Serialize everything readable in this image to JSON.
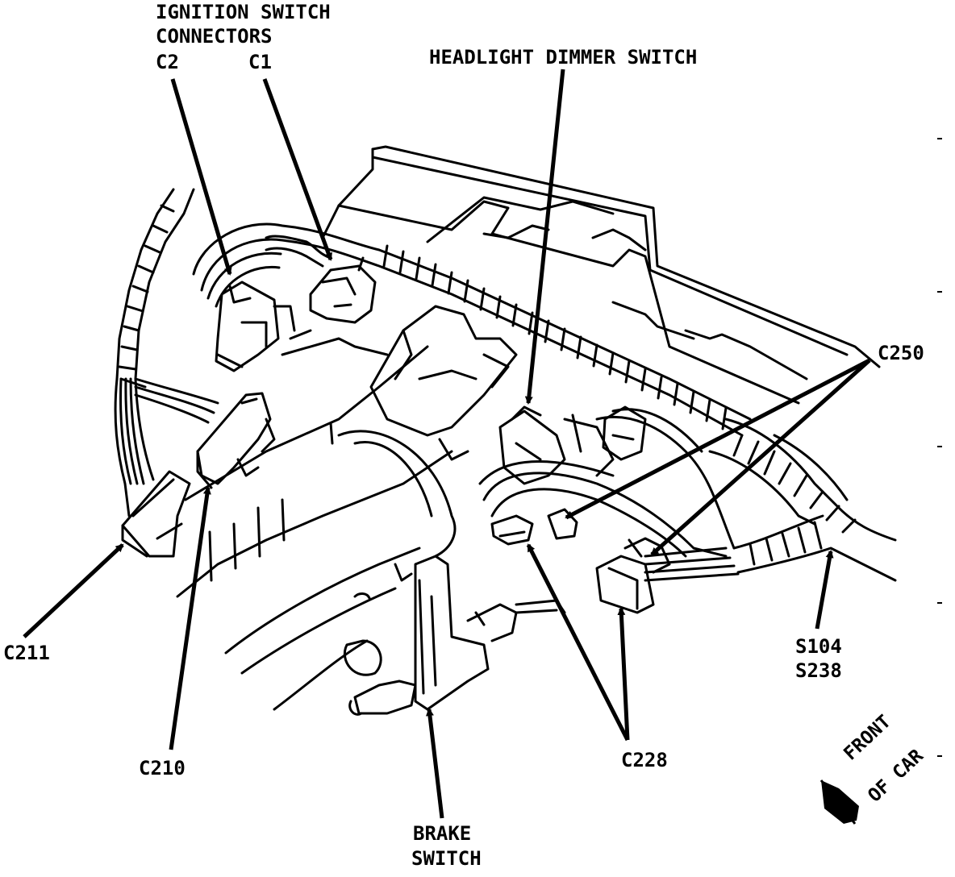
{
  "labels": {
    "ignition_line1": "IGNITION SWITCH",
    "ignition_line2": "CONNECTORS",
    "c2": "C2",
    "c1": "C1",
    "headlight": "HEADLIGHT DIMMER SWITCH",
    "c250": "C250",
    "c211": "C211",
    "c210": "C210",
    "s104": "S104",
    "s238": "S238",
    "c228": "C228",
    "brake_line1": "BRAKE",
    "brake_line2": "SWITCH",
    "front_line1": "FRONT",
    "front_line2": "OF CAR"
  },
  "colors": {
    "ink": "#000000",
    "paper": "#ffffff"
  }
}
